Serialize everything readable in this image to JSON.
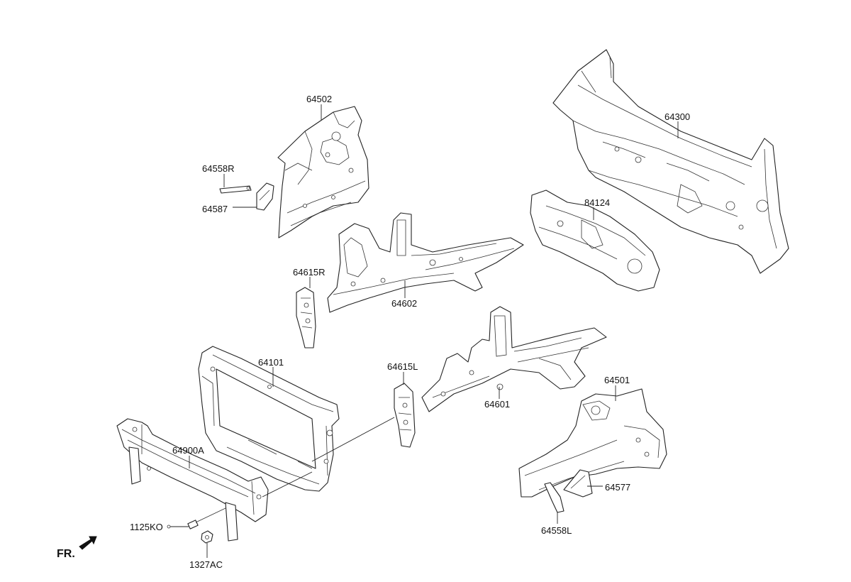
{
  "diagram": {
    "direction_label": "FR.",
    "parts": [
      {
        "key": "p64502",
        "label": "64502"
      },
      {
        "key": "p64300",
        "label": "64300"
      },
      {
        "key": "p64558R",
        "label": "64558R"
      },
      {
        "key": "p64587",
        "label": "64587"
      },
      {
        "key": "p84124",
        "label": "84124"
      },
      {
        "key": "p64615R",
        "label": "64615R"
      },
      {
        "key": "p64602",
        "label": "64602"
      },
      {
        "key": "p64101",
        "label": "64101"
      },
      {
        "key": "p64615L",
        "label": "64615L"
      },
      {
        "key": "p64501",
        "label": "64501"
      },
      {
        "key": "p64900A",
        "label": "64900A"
      },
      {
        "key": "p64601",
        "label": "64601"
      },
      {
        "key": "p64577",
        "label": "64577"
      },
      {
        "key": "p1125KO",
        "label": "1125KO"
      },
      {
        "key": "p64558L",
        "label": "64558L"
      },
      {
        "key": "p1327AC",
        "label": "1327AC"
      }
    ]
  }
}
